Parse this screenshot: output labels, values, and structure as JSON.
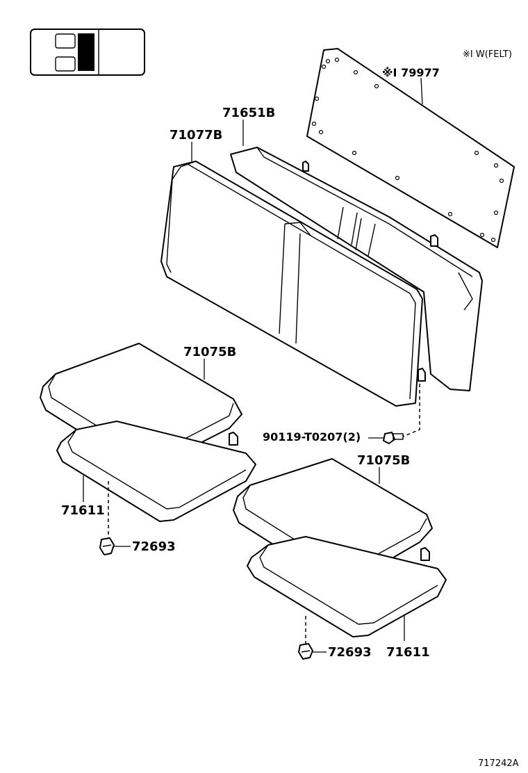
{
  "labels": {
    "felt_note": "※I W(FELT)",
    "p79977": "※I 79977",
    "p71651b": "71651B",
    "p71077b": "71077B",
    "p71075b_left": "71075B",
    "p71075b_right": "71075B",
    "p90119": "90119-T0207(2)",
    "p71611_left": "71611",
    "p72693_left": "72693",
    "p72693_right": "72693",
    "p71611_right": "71611",
    "diagram_id": "717242A"
  },
  "colors": {
    "line": "#000000",
    "background": "#ffffff"
  },
  "icons": {
    "locator": "vehicle-seat-locator-icon"
  }
}
